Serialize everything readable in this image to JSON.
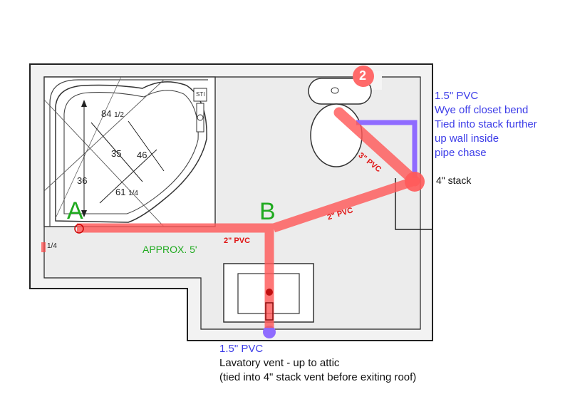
{
  "markers": {
    "a": "A",
    "b": "B",
    "fixture_2": "2"
  },
  "tub_dimensions": {
    "d1": "84",
    "d1_frac": "1/2",
    "d2": "35",
    "d3": "46",
    "d4": "36",
    "d5": "61",
    "d5_frac": "1/4",
    "edge_frac": "1/4",
    "fixture_tag": "STI"
  },
  "pipe_labels": {
    "main_run": "2\" PVC",
    "diagonal_run": "2\" PVC",
    "toilet_run": "3\" PVC",
    "distance": "APPROX. 5'"
  },
  "stack_label": "4\" stack",
  "toilet_vent_note": [
    "1.5\" PVC",
    "Wye off closet bend",
    "Tied into stack further",
    "up wall inside",
    "pipe chase"
  ],
  "lav_vent_note": {
    "size": "1.5\" PVC",
    "line1": "Lavatory vent - up to attic",
    "line2": "(tied into 4\" stack vent before exiting roof)"
  },
  "colors": {
    "drain_pipe": "#ff5a5a",
    "vent_pipe": "#8f6bff",
    "marker_text": "#1faa1f",
    "note_blue": "#3d3de8",
    "pipe_label": "#e01414"
  }
}
